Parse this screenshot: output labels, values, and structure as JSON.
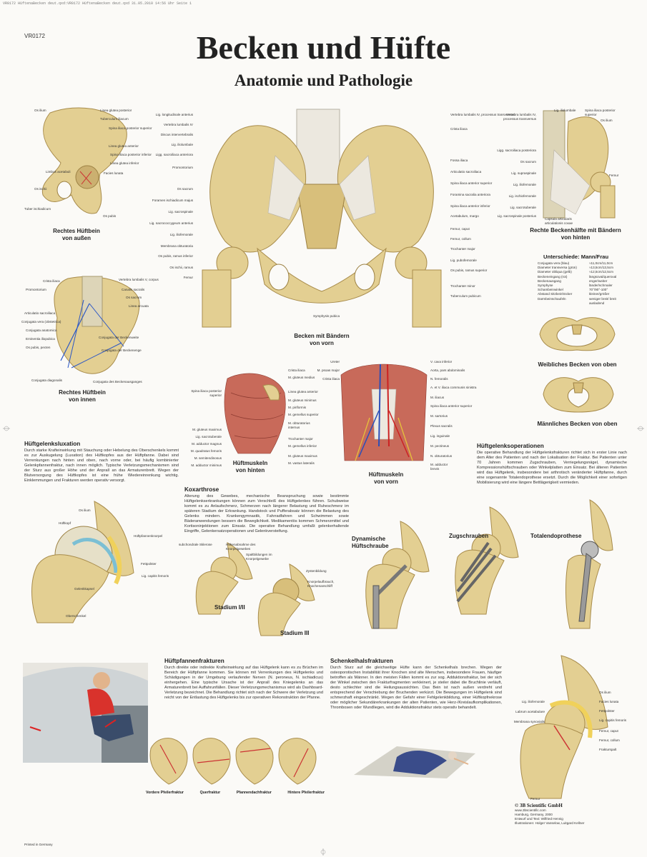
{
  "topline": "VR0172 HüftenaBecken deut.qxd:VR0172 HüftenaBecken deut.qxd  31.05.2010  14:56 Uhr  Seite 1",
  "code": "VR0172",
  "title": "Becken und Hüfte",
  "subtitle": "Anatomie und Pathologie",
  "colors": {
    "bone": "#e3cf92",
    "muscle": "#c86a5a",
    "ligament": "#ece8df",
    "background": "#fbfaf7"
  },
  "fig_outer": {
    "caption1": "Rechtes Hüftbein",
    "caption2": "von außen",
    "labels": [
      "Os ilium",
      "Linea glutea posterior",
      "Tuberculum iliacum",
      "Spina iliaca posterior superior",
      "Linea glutea anterior",
      "Spina iliaca posterior inferior",
      "Linea glutea inferior",
      "Limbus acetabuli",
      "Facies lunata",
      "Os ischii",
      "Tuber ischiadicum",
      "Os pubis"
    ]
  },
  "fig_inner": {
    "caption1": "Rechtes Hüftbein",
    "caption2": "von innen",
    "labels": [
      "Crista iliaca",
      "Vertebra lumbalis V, corpus",
      "Promontorium",
      "Canalis sacralis",
      "Os sacrum",
      "Linea arcuata",
      "Articulatio sacroiliaca",
      "Conjugata vera (obstetrica)",
      "Conjugata anatomica",
      "Eminentia iliopubica",
      "Os pubis, pecten",
      "Conjugata der Beckenweite",
      "Conjugata der Beckenenge",
      "Conjugata diagonalis",
      "Conjugata des Beckenausganges"
    ]
  },
  "fig_front": {
    "caption1": "Becken mit Bändern",
    "caption2": "von vorn",
    "labels_left": [
      "Lig. longitudinale anterius",
      "Vertebra lumbalis IV",
      "Discus intervertebralis",
      "Lig. iliolumbale",
      "Ligg. sacroiliaca anteriora",
      "Promontorium",
      "Os sacrum",
      "Foramen ischiadicum majus",
      "Lig. sacrospinale",
      "Lig. sacrococcygeum anterius",
      "Lig. iliofemorale",
      "Membrana obturatoria",
      "Os pubis, ramus inferior",
      "Os ischii, ramus",
      "Femur"
    ],
    "labels_right": [
      "Vertebra lumbalis IV, processus transversus",
      "Crista iliaca",
      "Fossa iliaca",
      "Articulatio sacroiliaca",
      "Spina iliaca anterior superior",
      "Foramina sacralia anteriora",
      "Spina iliaca anterior inferior",
      "Acetabulum, margo",
      "Femur, caput",
      "Femur, collum",
      "Trochanter major",
      "Lig. pubofemorale",
      "Os pubis, ramus superior",
      "Trochanter minor",
      "Tuberculum pubicum"
    ],
    "label_bottom": "Symphysis pubica"
  },
  "fig_back": {
    "caption1": "Rechte Beckenhälfte mit Bändern",
    "caption2": "von hinten",
    "labels_left": [
      "Vertebra lumbalis IV, processus transversus",
      "Ligg. sacroiliaca posteriora",
      "Os sacrum",
      "Lig. supraspinale",
      "Lig. iliofemorale",
      "Lig. ischiofemorale",
      "Lig. sacrotuberale",
      "Lig. sacrospinale posterius"
    ],
    "labels_right": [
      "Lig. iliolumbale",
      "Spina iliaca posterior superior",
      "Os ilium",
      "Femur"
    ],
    "label_bottom": "Capsula articularis articulationis coxae"
  },
  "diff": {
    "heading": "Unterschiede: Mann/Frau",
    "rows": [
      {
        "label": "Conjugata vera (blau)",
        "value": "≈11,0cm/11,0cm"
      },
      {
        "label": "Diameter transversa (grün)",
        "value": "≈13,5cm/13,5cm"
      },
      {
        "label": "Diameter obliqua (gelb)",
        "value": "≈12,5cm/12,5cm"
      },
      {
        "label": "Beckeneingang (rot)",
        "value": "längsoval/queroval"
      },
      {
        "label": "Beckenausgang",
        "value": "enger/weiter"
      },
      {
        "label": "Symphyse",
        "value": "länder/schmaler"
      },
      {
        "label": "Schambeinwinkel",
        "value": "70°/90°-100°"
      },
      {
        "label": "Abstand Sitzbeinhöcker",
        "value": "kleiner/größer"
      },
      {
        "label": "Darmbeinschaufeln",
        "value": "weniger breit/ breit ausladend"
      }
    ],
    "female_caption": "Weibliches Becken von oben",
    "male_caption": "Männliches Becken von oben"
  },
  "muscles_back": {
    "caption1": "Hüftmuskeln",
    "caption2": "von hinten",
    "labels_left": [
      "Spina iliaca posterior superior",
      "M. gluteus maximus",
      "Lig. sacrotuberale",
      "M. adductor magnus",
      "M. quadratus femoris",
      "M. semitendinosus",
      "M. adductor minimus"
    ],
    "labels_right": [
      "Crista iliaca",
      "M. gluteus medius",
      "Linea glutea anterior",
      "M. gluteus minimus",
      "M. piriformis",
      "M. gemellus superior",
      "M. obturatorius internus",
      "Trochanter major",
      "M. gemellus inferior",
      "M. gluteus maximus",
      "M. vastus lateralis"
    ]
  },
  "muscles_front": {
    "caption1": "Hüftmuskeln",
    "caption2": "von vorn",
    "labels_left": [
      "Ureter",
      "M. psoas major",
      "Crista iliaca"
    ],
    "labels_right": [
      "V. cava inferior",
      "Aorta, pars abdominalis",
      "N. femoralis",
      "A. et V. iliaca communis sinistra",
      "M. iliacus",
      "Spina iliaca anterior superior",
      "M. sartorius",
      "Plexus sacralis",
      "Lig. inguinale",
      "M. pectineus",
      "N. obturatorius",
      "M. adductor brevis"
    ]
  },
  "luxation": {
    "heading": "Hüftgelenksluxation",
    "text": "Durch starke Krafteinwirkung mit Stauchung oder Hebelung des Oberschenkels kommt es zur Auskugelung (Luxation) des Hüftkopfes aus der Hüftpfanne. Dabei sind Verrenkungen nach hinten und oben, nach vorne oder, bei häufig kombinierter Gelenkpfannenfraktur, nach innen möglich. Typische Verletzungsmechanismen sind der Sturz aus großer Höhe und der Anprall an das Armaturenbrett. Wegen der Blutversorgung des Hüftkopfes ist eine frühe Wiedereinrenkung wichtig. Einklemmungen und Frakturen werden operativ versorgt.",
    "labels": [
      "Os ilium",
      "Hüftkopf",
      "Hüftpfannenknorpel",
      "Fettpolster",
      "Lig. capitis femoris",
      "Gelenkkapsel",
      "Oberschenkel"
    ]
  },
  "operations": {
    "heading": "Hüftgelenksoperationen",
    "text": "Die operative Behandlung der Hüftgelenksfrakturen richtet sich in erster Linie nach dem Alter des Patienten und nach der Lokalisation der Fraktur. Bei Patienten unter 70 Jahren kommen Zugschrauben, Verriegelungsnägel, dynamische Kompressionshüftschrauben oder Winkelplatten zum Einsatz. Bei älteren Patienten wird das Hüftgelenk, insbesondere bei arthrotisch veränderter Hüftpfanne, durch eine sogenannte Totalendoprothese ersetzt. Durch die Möglichkeit einer sofortigen Mobilisierung wird eine längere Bettlägerigkeit vermieden.",
    "fig1": "Dynamische Hüftschraube",
    "fig2": "Zugschrauben",
    "fig3": "Totalendoprothese"
  },
  "coxarthrose": {
    "heading": "Koxarthrose",
    "text": "Alterung des Gewebes, mechanische Beanspruchung sowie bestimmte Hüftgelenkserkrankungen können zum Verschleiß des Hüftgelenkes führen. Schubweise kommt es zu Anlaufschmerz, Schmerzen nach längerer Belastung und Ruheschmerz im späteren Stadium der Erkrankung. Handstock und Pufferabsatz können die Belastung des Gelenks mindern. Krankengymnastik, Fahrradfahren und Schwimmen sowie Bäderanwendungen bessern die Beweglichkeit. Medikamentös kommen Schmerzmittel und Kortisoninjektionen zum Einsatz. Die operative Behandlung umfaßt gelenkerhaltende Eingriffe, Gelenkersatzoperationen und Gelenkversteifung.",
    "labels": [
      "subchondrale Sklerose",
      "Höhenabnahme des Knorpelgewebes",
      "Spaltbildungen im Knorpelgewebe",
      "Zystenbildung",
      "Knorpelaufbrauch, Knochenanschliff"
    ],
    "stage1": "Stadium I/II",
    "stage3": "Stadium III"
  },
  "pfannen": {
    "heading": "Hüftpfannenfrakturen",
    "text": "Durch direkte oder indirekte Krafteinwirkung auf das Hüftgelenk kann es zu Brüchen im Bereich der Hüftpfanne kommen. Sie können mit Verrenkungen des Hüftgelenks und Schädigungen in der Umgebung verlaufender Nerven (N. peroneus, N. ischiadicus) einhergehen. Eine typische Ursache ist der Anprall des Kniegelenks an das Armaturenbrett bei Auffahrunfällen. Dieser Verletzungsmechanismus wird als Dashboard-Verletzung bezeichnet. Die Behandlung richtet sich nach der Schwere der Verletzung und reicht von der Entlastung des Hüftgelenks bis zur operativen Rekonstruktion der Pfanne.",
    "types": [
      "Vordere Pfeilerfraktur",
      "Querfraktur",
      "Pfannendachfraktur",
      "Hintere Pfeilerfraktur"
    ]
  },
  "schenkelhals": {
    "heading": "Schenkelhalsfrakturen",
    "text": "Durch Sturz auf die gleichseitige Hüfte kann der Schenkelhals brechen. Wegen der osteoporotischen Instabilität ihrer Knochen sind alte Menschen, insbesondere Frauen, häufiger betroffen als Männer. In den meisten Fällen kommt es zur sog. Adduktionsfraktur, bei der sich der Winkel zwischen den Frakturfragmenten verkleinert, je steiler dabei die Bruchlinie verläuft, desto schlechter sind die Heilungsaussichten. Das Bein ist nach außen verdreht und entsprechend der Verschiebung der Bruchenden verkürzt. Die Bewegungen im Hüftgelenk sind schmerzhaft eingeschränkt. Wegen der Gefahr einer Fehlgelenkbildung, einer Hüftkopfnekrose oder möglicher Sekundärerkrankungen der alten Patienten, wie Herz-/Kreislaufkomplikationen, Thrombosen oder Wundliegen, wird die Adduktionsfraktur stets operativ behandelt.",
    "labels": [
      "Lig. iliofemorale",
      "Labrum acetabulare",
      "Membrana synovialis",
      "Os ilium",
      "Facies lunata",
      "Fettpolster",
      "Lig. capitis femoris",
      "Femur, caput",
      "Femur, collum",
      "Frakturspalt",
      "Femur"
    ]
  },
  "footer": {
    "printed": "Printed in Germany",
    "brand": "© 3B Scientific GmbH",
    "url": "www.3bscientific.com",
    "place": "Hamburg, Germany, 2000",
    "concept": "Entwurf und Text: Wilfried Hennig",
    "illus": "Illustrationen: Holger Vanselow, Luitgard Kellner"
  }
}
